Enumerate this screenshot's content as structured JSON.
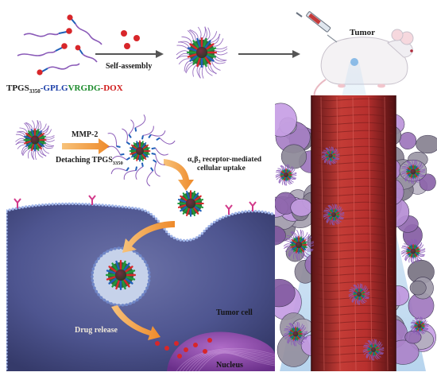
{
  "top_row": {
    "conjugate_label_prefix": "TPGS",
    "conjugate_label_subscript": "3350",
    "conjugate_label_segments": [
      {
        "text": "-GPLG",
        "color": "#1b3fa8"
      },
      {
        "text": "VRGDG",
        "color": "#1a8a2a"
      },
      {
        "text": "-DOX",
        "color": "#d01818"
      }
    ],
    "self_assembly_label": "Self-assembly",
    "tumor_label": "Tumor"
  },
  "bottom_panel": {
    "mmp2_label": "MMP-2",
    "detaching_label_prefix": "Detaching TPGS",
    "detaching_label_subscript": "3350",
    "uptake_label_line1_alpha": "α",
    "uptake_label_line1_v": "v",
    "uptake_label_line1_beta": "β",
    "uptake_label_line1_3": "3",
    "uptake_label_line1_rest": " receptor-mediated",
    "uptake_label_line2": "cellular uptake",
    "tumor_cell_label": "Tumor cell",
    "drug_release_label": "Drug release",
    "nucleus_label": "Nucleus"
  },
  "colors": {
    "drug_red": "#d8262a",
    "peptide_blue": "#1f5fb8",
    "peg_purple": "#8a5ab8",
    "cell_purple": "#4a4f86",
    "vessel_red": "#b22a2a",
    "arrow_orange": "#f29a3a"
  }
}
